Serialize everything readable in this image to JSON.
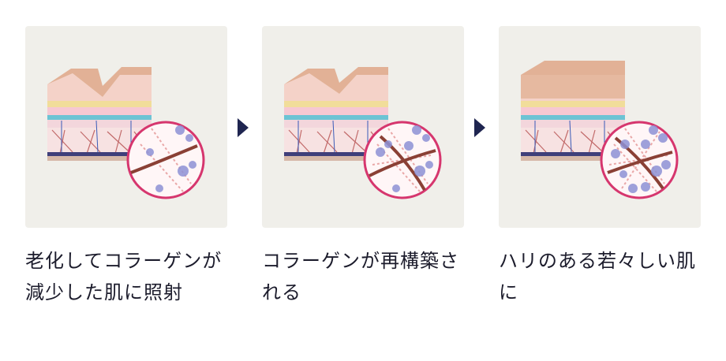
{
  "steps": [
    {
      "caption": "老化してコラーゲンが減少した肌に照射"
    },
    {
      "caption": "コラーゲンが再構築される"
    },
    {
      "caption": "ハリのある若々しい肌に"
    }
  ],
  "colors": {
    "panel_bg": "#f0efea",
    "arrow": "#1f2550",
    "text": "#1c1c2c",
    "skin_top": "#e6b9a0",
    "circle_border": "#d6366e",
    "collagen": "#8a4035",
    "particles": "#8e92d6"
  }
}
